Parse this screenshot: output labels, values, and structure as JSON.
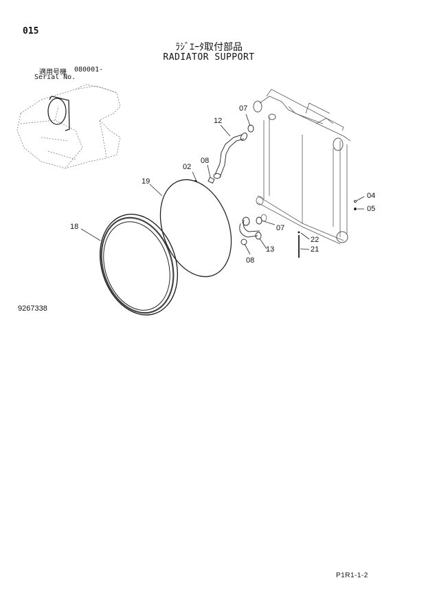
{
  "header": {
    "page_number": "015",
    "title_jp": "ﾗｼﾞｴｰﾀ取付部品",
    "title_en": "RADIATOR SUPPORT",
    "serial_label_jp": "適用号機",
    "serial_value": "080001-",
    "serial_label_en": "Serial No."
  },
  "diagram": {
    "drawing_number": "9267338",
    "callouts": [
      {
        "id": "07a",
        "label": "07"
      },
      {
        "id": "12",
        "label": "12"
      },
      {
        "id": "08a",
        "label": "08"
      },
      {
        "id": "02",
        "label": "02"
      },
      {
        "id": "19",
        "label": "19"
      },
      {
        "id": "18",
        "label": "18"
      },
      {
        "id": "04",
        "label": "04"
      },
      {
        "id": "05",
        "label": "05"
      },
      {
        "id": "07b",
        "label": "07"
      },
      {
        "id": "22",
        "label": "22"
      },
      {
        "id": "13",
        "label": "13"
      },
      {
        "id": "21",
        "label": "21"
      },
      {
        "id": "08b",
        "label": "08"
      }
    ]
  },
  "footer": {
    "page_code": "P1R1-1-2"
  }
}
